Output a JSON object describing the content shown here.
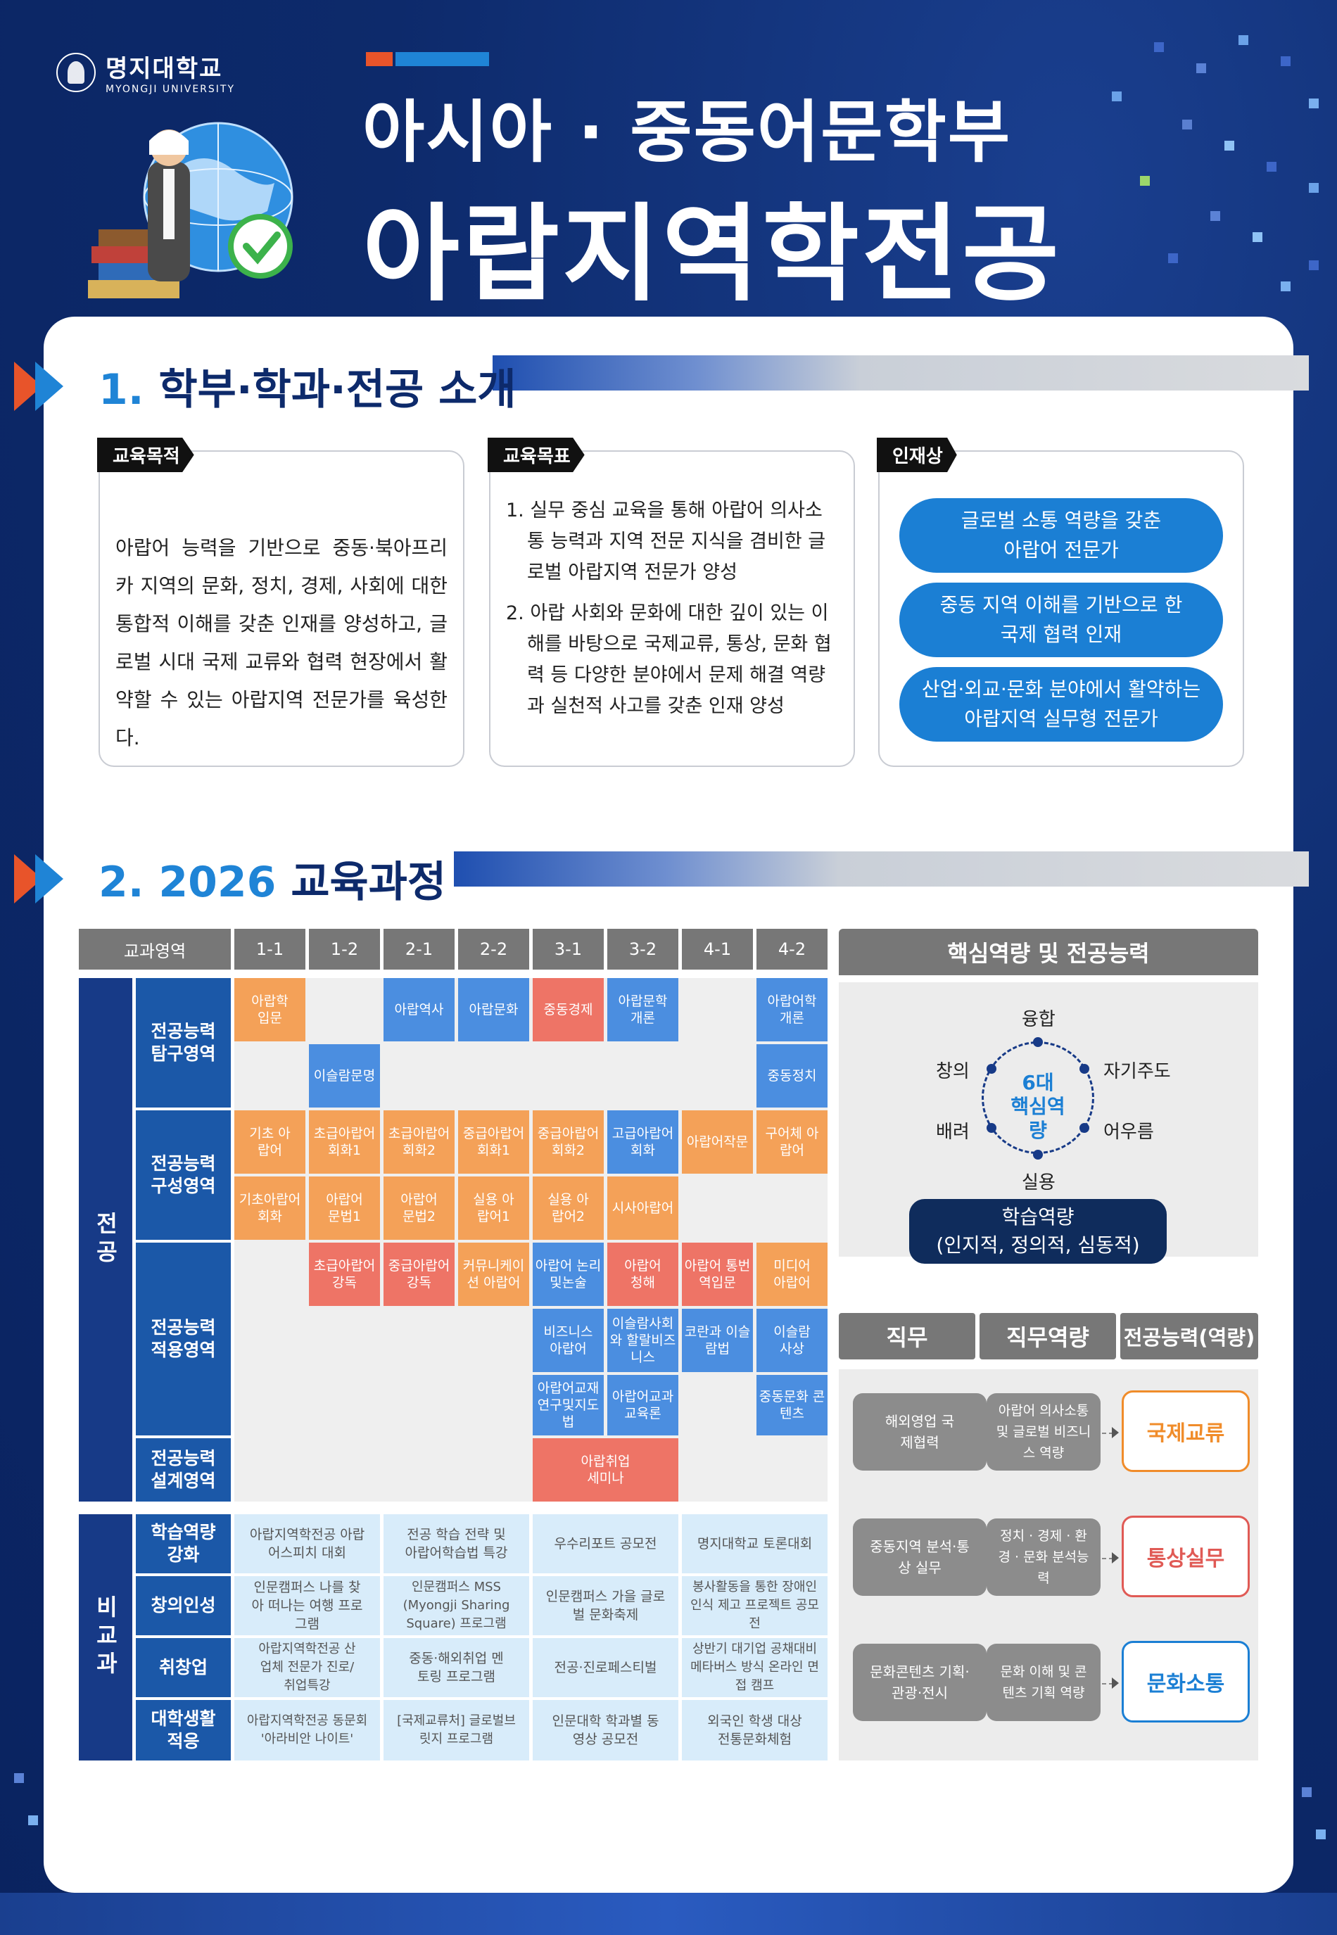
{
  "header": {
    "logo_ko": "명지대학교",
    "logo_en": "MYONGJI UNIVERSITY",
    "title_line1": "아시아 · 중동어문학부",
    "title_line2": "아랍지역학전공"
  },
  "section1": {
    "number": "1.",
    "title": "학부·학과·전공 소개",
    "purpose": {
      "tag": "교육목적",
      "text": "아랍어 능력을 기반으로 중동·북아프리카 지역의 문화, 정치, 경제, 사회에 대한 통합적 이해를 갖춘 인재를 양성하고, 글로벌 시대 국제 교류와 협력 현장에서 활약할 수 있는 아랍지역 전문가를 육성한다."
    },
    "goals": {
      "tag": "교육목표",
      "items": [
        "1. 실무 중심 교육을 통해 아랍어 의사소통 능력과 지역 전문 지식을 겸비한 글로벌 아랍지역 전문가 양성",
        "2. 아랍 사회와 문화에 대한 깊이 있는 이해를 바탕으로 국제교류, 통상, 문화 협력 등 다양한 분야에서 문제 해결 역량과 실천적 사고를 갖춘 인재 양성"
      ]
    },
    "talent": {
      "tag": "인재상",
      "items": [
        [
          "글로벌 소통 역량을 갖춘",
          "아랍어 전문가"
        ],
        [
          "중동 지역 이해를 기반으로 한",
          "국제 협력 인재"
        ],
        [
          "산업·외교·문화 분야에서 활약하는",
          "아랍지역 실무형 전문가"
        ]
      ]
    }
  },
  "section2": {
    "number": "2. 2026",
    "title": "교육과정"
  },
  "curriculum": {
    "header_area": "교과영역",
    "semesters": [
      "1-1",
      "1-2",
      "2-1",
      "2-2",
      "3-1",
      "3-2",
      "4-1",
      "4-2"
    ],
    "major_label": "전공",
    "extra_label": "비교과",
    "areas": {
      "explore": "전공능력 탐구영역",
      "build": "전공능력 구성영역",
      "apply": "전공능력 적용영역",
      "design": "전공능력 설계영역"
    },
    "courses": {
      "e1": "아랍학 입문",
      "e2": "아랍역사",
      "e3": "아랍문화",
      "e4": "중동경제",
      "e5": "아랍문학 개론",
      "e6": "아랍어학 개론",
      "e7": "이슬람문명",
      "e8": "중동정치",
      "b1": "기초 아랍어",
      "b2": "초급아랍어 회화1",
      "b3": "초급아랍어 회화2",
      "b4": "중급아랍어 회화1",
      "b5": "중급아랍어 회화2",
      "b6": "고급아랍어 회화",
      "b7": "아랍어작문",
      "b8": "구어체 아랍어",
      "b9": "기초아랍어 회화",
      "b10": "아랍어 문법1",
      "b11": "아랍어 문법2",
      "b12": "실용 아랍어1",
      "b13": "실용 아랍어2",
      "b14": "시사아랍어",
      "a1": "초급아랍어 강독",
      "a2": "중급아랍어 강독",
      "a3": "커뮤니케이션 아랍어",
      "a4": "아랍어 논리및논술",
      "a5": "아랍어 청해",
      "a6": "아랍어 통번역입문",
      "a7": "미디어 아랍어",
      "a8": "비즈니스 아랍어",
      "a9": "이슬람사회와 할랄비즈니스",
      "a10": "코란과 이슬람법",
      "a11": "이슬람 사상",
      "a12": "아랍어교재 연구및지도법",
      "a13": "아랍어교과 교육론",
      "a14": "중동문화 콘텐츠",
      "d1": "아랍취업 세미나"
    },
    "extra_rows": [
      {
        "label": "학습역량 강화",
        "items": [
          "아랍지역학전공 아랍어스피치 대회",
          "전공 학습 전략 및 아랍어학습법 특강",
          "우수리포트 공모전",
          "명지대학교 토론대회"
        ]
      },
      {
        "label": "창의인성",
        "items": [
          "인문캠퍼스 나를 찾아 떠나는 여행 프로그램",
          "인문캠퍼스 MSS (Myongji Sharing Square) 프로그램",
          "인문캠퍼스 가을 글로벌 문화축제",
          "봉사활동을 통한 장애인 인식 제고 프로젝트 공모전"
        ]
      },
      {
        "label": "취창업",
        "items": [
          "아랍지역학전공 산업체 전문가 진로/취업특강",
          "중동·해외취업 멘토링 프로그램",
          "전공·진로페스티벌",
          "상반기 대기업 공채대비 메타버스 방식 온라인 면접 캠프"
        ]
      },
      {
        "label": "대학생활 적응",
        "items": [
          "아랍지역학전공 동문회 '아라비안 나이트'",
          "[국제교류처] 글로벌브릿지 프로그램",
          "인문대학 학과별 동영상 공모전",
          "외국인 학생 대상 전통문화체험"
        ]
      }
    ]
  },
  "competency": {
    "header": "핵심역량 및 전공능력",
    "center": [
      "6대",
      "핵심역량"
    ],
    "labels": {
      "top": "융합",
      "right_top": "자기주도",
      "right_bottom": "어우름",
      "bottom": "실용",
      "left_bottom": "배려",
      "left_top": "창의"
    },
    "learning": [
      "학습역량",
      "(인지적, 정의적, 심동적)"
    ],
    "job_headers": [
      "직무",
      "직무역량",
      "전공능력(역량)"
    ],
    "rows": [
      {
        "job": "해외영업 국제협력",
        "comp": "아랍어 의사소통 및 글로벌 비즈니스 역량",
        "ability": "국제교류",
        "color": "#f08c2a"
      },
      {
        "job": "중동지역 분석·통상 실무",
        "comp": "정치 · 경제 · 환경 · 문화 분석능력",
        "ability": "통상실무",
        "color": "#e05a55"
      },
      {
        "job": "문화콘텐츠 기획·관광·전시",
        "comp": "문화 이해 및 콘텐츠 기획 역량",
        "ability": "문화소통",
        "color": "#1b7fd4"
      }
    ]
  }
}
